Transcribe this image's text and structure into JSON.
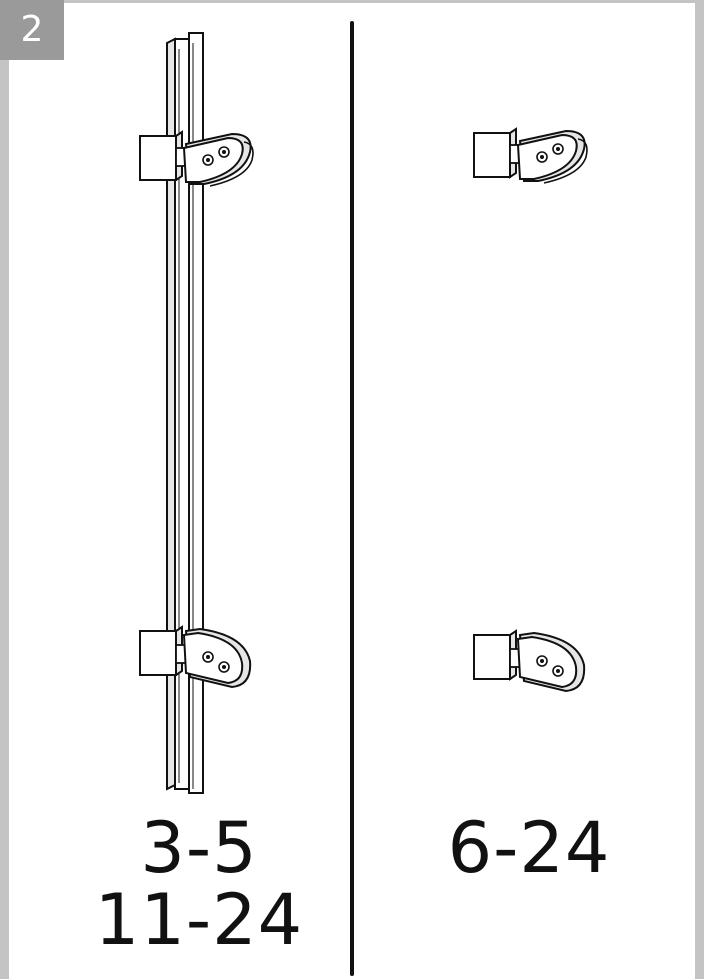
{
  "step": {
    "number": "2"
  },
  "left_panel": {
    "labels": [
      "3-5",
      "11-24"
    ]
  },
  "right_panel": {
    "labels": [
      "6-24"
    ]
  },
  "colors": {
    "frame": "#c4c4c4",
    "badge": "#9a9a9a",
    "line": "#111111",
    "part_fill": "#ffffff",
    "part_shade": "#e6e6e6"
  },
  "icons": [
    "glass-clamp-icon",
    "wall-profile-icon"
  ]
}
